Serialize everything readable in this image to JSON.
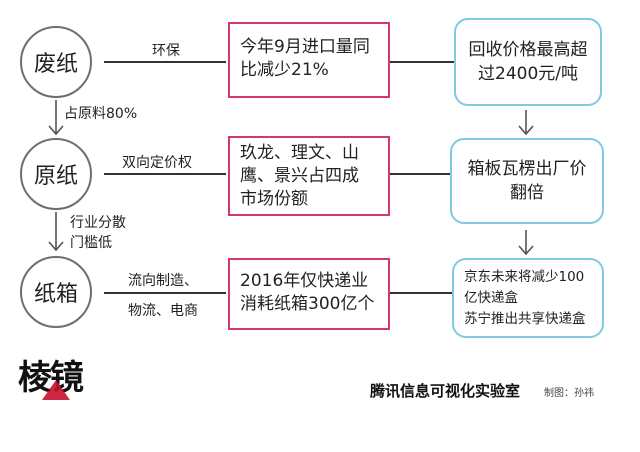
{
  "nodes": {
    "waste_paper": "废纸",
    "raw_paper": "原纸",
    "carton": "纸箱"
  },
  "edge_labels": {
    "row1": "环保",
    "down1": "占原料80%",
    "row2": "双向定价权",
    "down2_line1": "行业分散",
    "down2_line2": "门槛低",
    "row3_line1": "流向制造、",
    "row3_line2": "物流、电商"
  },
  "mid_boxes": {
    "row1": [
      "今年9月进口量同",
      "比减少21%"
    ],
    "row2": [
      "玖龙、理文、山",
      "鹰、景兴占四成",
      "市场份额"
    ],
    "row3": [
      "2016年仅快递业",
      "消耗纸箱300亿个"
    ]
  },
  "right_boxes": {
    "row1": [
      "回收价格最高超",
      "过2400元/吨"
    ],
    "row2": [
      "箱板瓦楞出厂价",
      "翻倍"
    ],
    "row3": [
      "京东未来将减少100",
      "亿快递盒",
      "苏宁推出共享快递盒"
    ]
  },
  "footer": {
    "logo_text": "棱镜",
    "credit_main": "腾讯信息可视化实验室",
    "credit_small": "制图：孙祎"
  },
  "colors": {
    "pink_border": "#d6386c",
    "blue_border": "#7fc9e4",
    "circle_border": "#6e6e6e",
    "logo_red": "#c8102e"
  }
}
